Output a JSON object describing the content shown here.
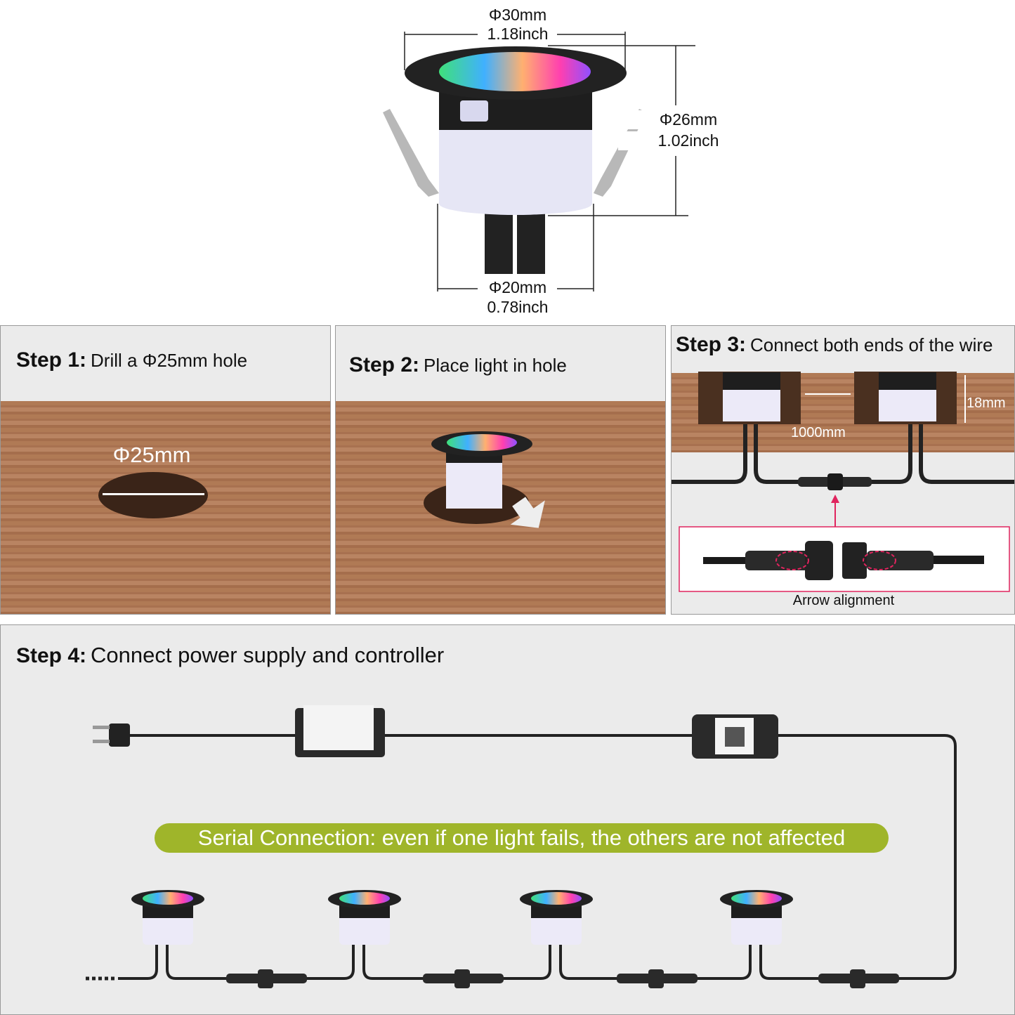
{
  "dimensions": {
    "top_mm": "Φ30mm",
    "top_inch": "1.18inch",
    "side_mm": "Φ26mm",
    "side_inch": "1.02inch",
    "bottom_mm": "Φ20mm",
    "bottom_inch": "0.78inch"
  },
  "steps": [
    {
      "label": "Step 1:",
      "text": "Drill a Φ25mm  hole",
      "annotation": "Φ25mm"
    },
    {
      "label": "Step 2:",
      "text": "Place light in hole"
    },
    {
      "label": "Step 3:",
      "text": "Connect both ends of the wire",
      "spacing": "1000mm",
      "depth": "18mm",
      "caption": "Arrow alignment"
    },
    {
      "label": "Step 4:",
      "text": "Connect power supply and controller",
      "banner": "Serial Connection: even if one light fails, the others are not affected"
    }
  ],
  "colors": {
    "banner": "#9fb52a",
    "highlight": "#e0245e",
    "wood": "#b07a55",
    "panel": "#ebebeb"
  }
}
